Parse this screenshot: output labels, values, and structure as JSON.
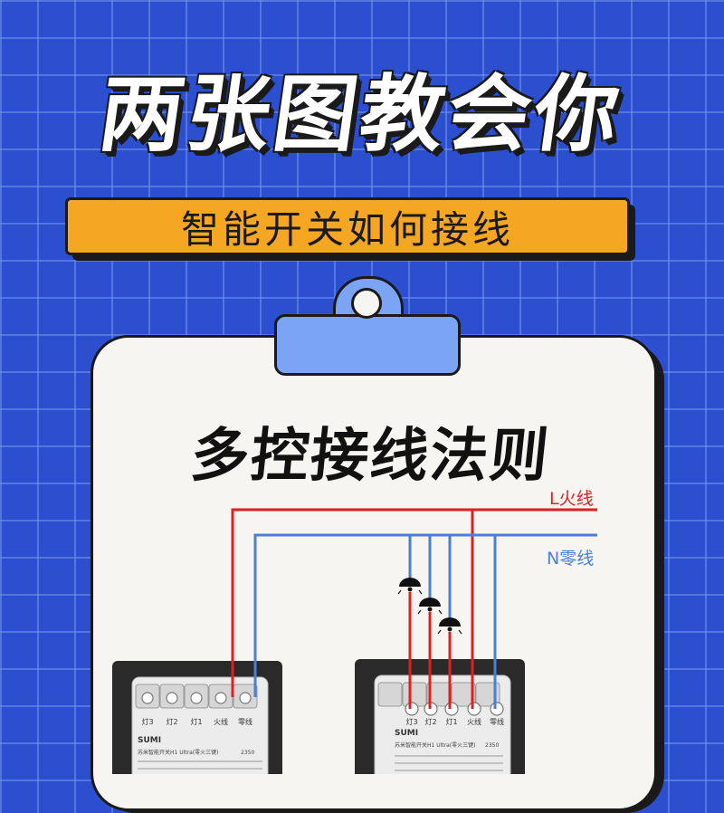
{
  "title": "两张图教会你",
  "subtitle": "智能开关如何接线",
  "board_title": "多控接线法则",
  "labels": {
    "live": "L火线",
    "neutral": "N零线"
  },
  "switch_brand": "SUMI",
  "switch_left": {
    "terminals": [
      "灯3",
      "灯2",
      "灯1",
      "火线",
      "零线"
    ],
    "model_line": "苏米智能开关H1 Ultra(零火三键)",
    "code": "2350"
  },
  "switch_right": {
    "terminals": [
      "灯3",
      "灯2",
      "灯1",
      "火线",
      "零线"
    ],
    "model_line": "苏米智能开关H1 Ultra(零火三键)",
    "code": "2350"
  },
  "colors": {
    "background": "#2b4fcf",
    "accent": "#f5a623",
    "live_wire": "#e02020",
    "neutral_wire": "#4a7fd6",
    "clip": "#7ca4f5"
  }
}
